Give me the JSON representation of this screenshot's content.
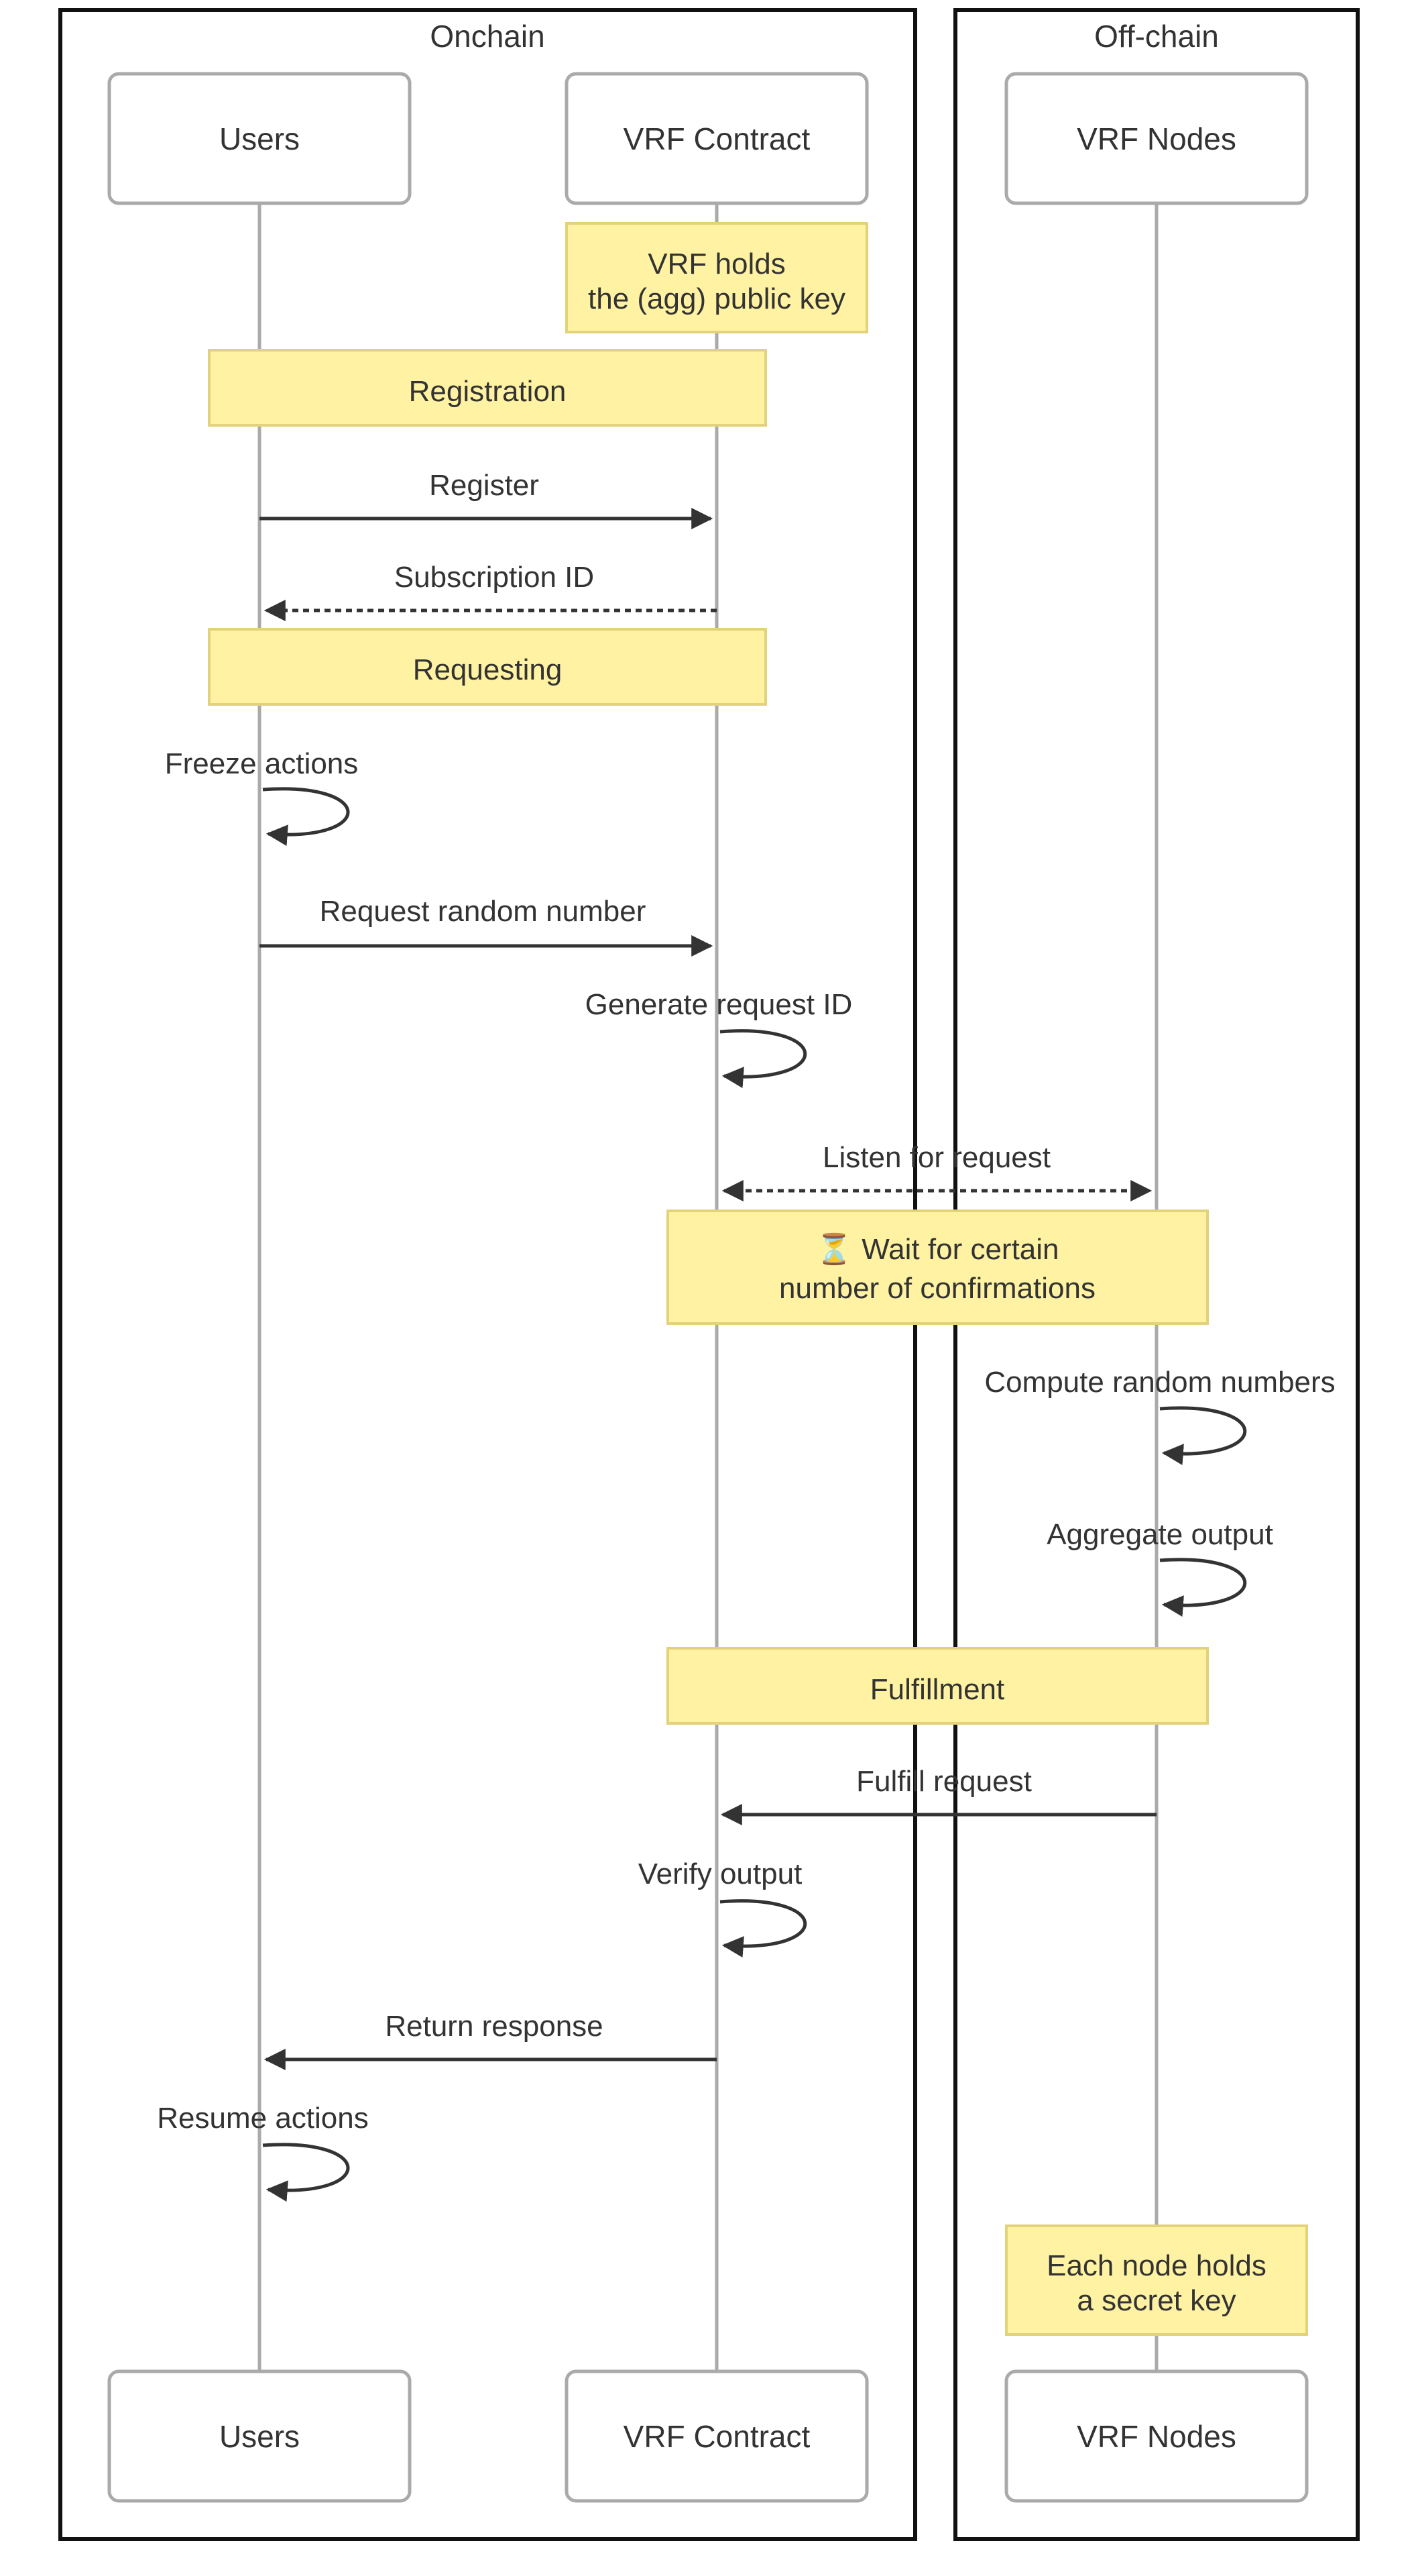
{
  "groups": {
    "onchain": "Onchain",
    "offchain": "Off-chain"
  },
  "participants": {
    "users": "Users",
    "vrf_contract": "VRF Contract",
    "vrf_nodes": "VRF Nodes"
  },
  "notes": {
    "vrf_holds_line1": "VRF holds",
    "vrf_holds_line2": "the (agg) public key",
    "registration": "Registration",
    "requesting": "Requesting",
    "wait_icon": "⏳",
    "wait_line1": "Wait for certain",
    "wait_line2": "number of confirmations",
    "fulfillment": "Fulfillment",
    "secret_line1": "Each node holds",
    "secret_line2": "a secret key"
  },
  "messages": {
    "register": "Register",
    "subscription_id": "Subscription ID",
    "freeze_actions": "Freeze actions",
    "request_random_number": "Request random number",
    "generate_request_id": "Generate request ID",
    "listen_for_request": "Listen for request",
    "compute_random_numbers": "Compute random numbers",
    "aggregate_output": "Aggregate output",
    "fulfill_request": "Fulfill request",
    "verify_output": "Verify output",
    "return_response": "Return response",
    "resume_actions": "Resume actions"
  },
  "colors": {
    "note_fill": "#FFF3A3",
    "note_stroke": "#E2D27A",
    "lifeline": "#AAAAAA",
    "arrow": "#333333",
    "group_border": "#111111"
  }
}
